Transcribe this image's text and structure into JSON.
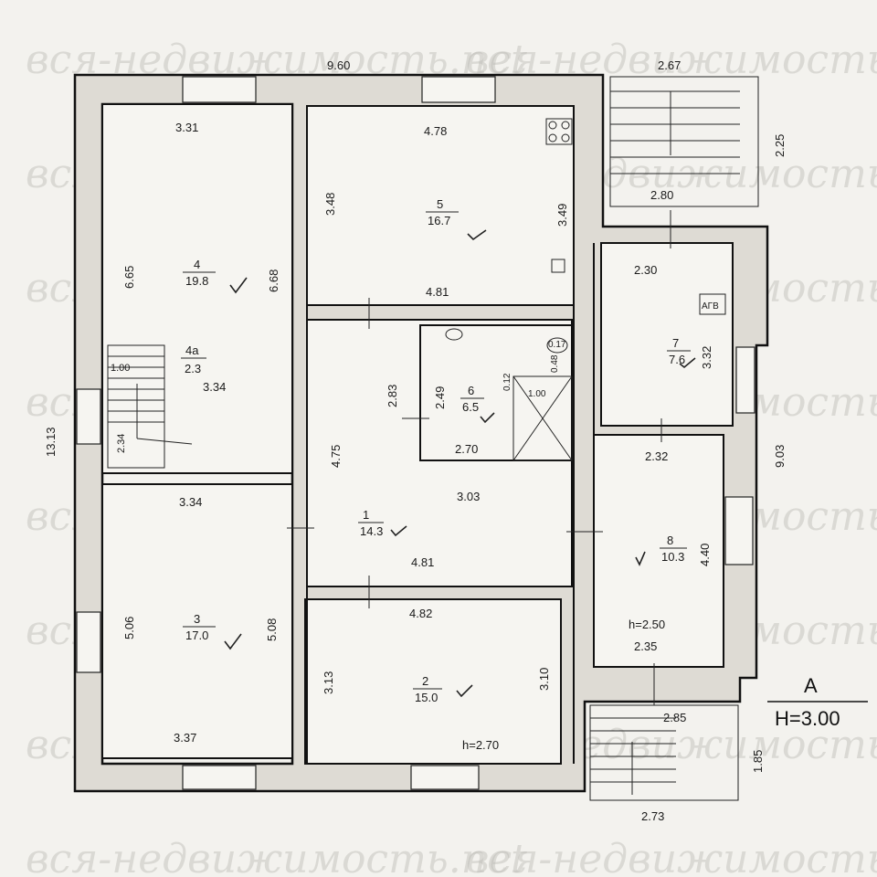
{
  "watermark": "вся-недвижимость.net",
  "legend": {
    "letter": "А",
    "height": "H=3.00"
  },
  "dimensions": {
    "top_overall": "9.60",
    "left_overall": "13.13",
    "right_overall": "9.03",
    "porch_top_width": "2.67",
    "porch_top_depth": "2.25",
    "porch_top_opening": "2.80",
    "porch_bottom_width": "2.73",
    "porch_bottom_depth": "1.85",
    "porch_bottom_opening": "2.85"
  },
  "rooms": [
    {
      "id": "r4",
      "num": "4",
      "area": "19.8",
      "dims": [
        "3.31",
        "6.65",
        "6.68"
      ]
    },
    {
      "id": "r4a",
      "num": "4а",
      "area": "2.3",
      "dims": [
        "1.00",
        "2.34",
        "3.34"
      ]
    },
    {
      "id": "r3",
      "num": "3",
      "area": "17.0",
      "dims": [
        "3.34",
        "5.06",
        "5.08",
        "3.37"
      ]
    },
    {
      "id": "r5",
      "num": "5",
      "area": "16.7",
      "dims": [
        "4.78",
        "3.48",
        "3.49",
        "4.81"
      ]
    },
    {
      "id": "r6",
      "num": "6",
      "area": "6.5",
      "dims": [
        "2.49",
        "2.70",
        "0.12",
        "0.48",
        "0.17",
        "1.00"
      ]
    },
    {
      "id": "r1",
      "num": "1",
      "area": "14.3",
      "dims": [
        "2.83",
        "4.75",
        "3.03",
        "4.81"
      ]
    },
    {
      "id": "r2",
      "num": "2",
      "area": "15.0",
      "dims": [
        "4.82",
        "3.13",
        "3.10"
      ],
      "height": "h=2.70"
    },
    {
      "id": "r7",
      "num": "7",
      "area": "7.6",
      "dims": [
        "2.30",
        "3.32",
        "2.32"
      ],
      "symbol": "АГВ"
    },
    {
      "id": "r8",
      "num": "8",
      "area": "10.3",
      "dims": [
        "4.40",
        "2.35"
      ],
      "height": "h=2.50"
    }
  ]
}
